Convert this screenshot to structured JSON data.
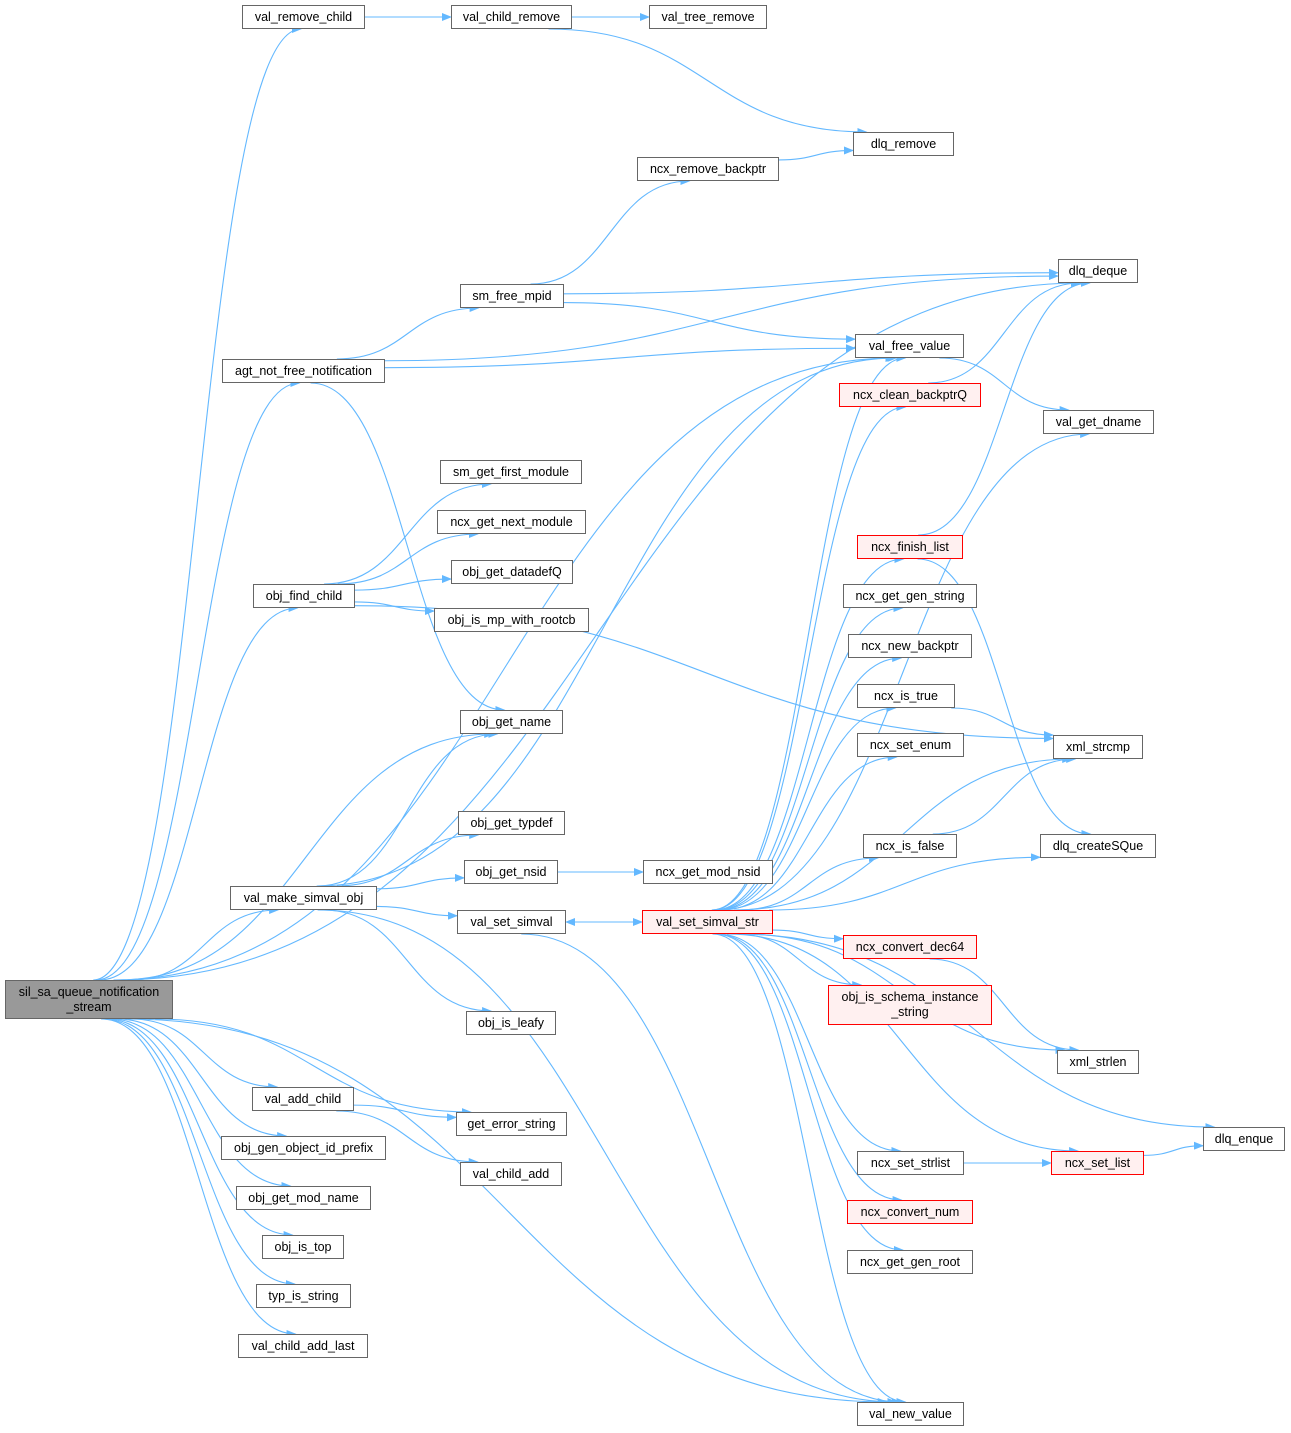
{
  "graph": {
    "root": "root",
    "edge_color": "#63b8ff",
    "nodes": {
      "root": {
        "label": "sil_sa_queue_notification\n_stream",
        "color": "#999999"
      },
      "val_remove_child": {
        "label": "val_remove_child"
      },
      "val_child_remove": {
        "label": "val_child_remove"
      },
      "val_tree_remove": {
        "label": "val_tree_remove"
      },
      "dlq_remove": {
        "label": "dlq_remove"
      },
      "ncx_remove_backptr": {
        "label": "ncx_remove_backptr"
      },
      "dlq_deque": {
        "label": "dlq_deque"
      },
      "sm_free_mpid": {
        "label": "sm_free_mpid"
      },
      "val_free_value": {
        "label": "val_free_value"
      },
      "agt_not_free_notification": {
        "label": "agt_not_free_notification"
      },
      "ncx_clean_backptrQ": {
        "label": "ncx_clean_backptrQ",
        "color": "#ff0000"
      },
      "val_get_dname": {
        "label": "val_get_dname"
      },
      "sm_get_first_module": {
        "label": "sm_get_first_module"
      },
      "ncx_get_next_module": {
        "label": "ncx_get_next_module"
      },
      "ncx_finish_list": {
        "label": "ncx_finish_list",
        "color": "#ff0000"
      },
      "obj_get_datadefQ": {
        "label": "obj_get_datadefQ"
      },
      "obj_find_child": {
        "label": "obj_find_child"
      },
      "ncx_get_gen_string": {
        "label": "ncx_get_gen_string"
      },
      "obj_is_mp_with_rootcb": {
        "label": "obj_is_mp_with_rootcb"
      },
      "ncx_new_backptr": {
        "label": "ncx_new_backptr"
      },
      "ncx_is_true": {
        "label": "ncx_is_true"
      },
      "obj_get_name": {
        "label": "obj_get_name"
      },
      "ncx_set_enum": {
        "label": "ncx_set_enum"
      },
      "xml_strcmp": {
        "label": "xml_strcmp"
      },
      "obj_get_typdef": {
        "label": "obj_get_typdef"
      },
      "ncx_is_false": {
        "label": "ncx_is_false"
      },
      "dlq_createSQue": {
        "label": "dlq_createSQue"
      },
      "obj_get_nsid": {
        "label": "obj_get_nsid"
      },
      "ncx_get_mod_nsid": {
        "label": "ncx_get_mod_nsid"
      },
      "val_make_simval_obj": {
        "label": "val_make_simval_obj"
      },
      "val_set_simval": {
        "label": "val_set_simval"
      },
      "val_set_simval_str": {
        "label": "val_set_simval_str",
        "color": "#ff0000"
      },
      "ncx_convert_dec64": {
        "label": "ncx_convert_dec64",
        "color": "#ff0000"
      },
      "obj_is_schema_instance_string": {
        "label": "obj_is_schema_instance\n_string",
        "color": "#ff0000"
      },
      "obj_is_leafy": {
        "label": "obj_is_leafy"
      },
      "xml_strlen": {
        "label": "xml_strlen"
      },
      "val_add_child": {
        "label": "val_add_child"
      },
      "get_error_string": {
        "label": "get_error_string"
      },
      "dlq_enque": {
        "label": "dlq_enque"
      },
      "obj_gen_object_id_prefix": {
        "label": "obj_gen_object_id_prefix"
      },
      "ncx_set_strlist": {
        "label": "ncx_set_strlist"
      },
      "ncx_set_list": {
        "label": "ncx_set_list",
        "color": "#ff0000"
      },
      "val_child_add": {
        "label": "val_child_add"
      },
      "obj_get_mod_name": {
        "label": "obj_get_mod_name"
      },
      "ncx_convert_num": {
        "label": "ncx_convert_num",
        "color": "#ff0000"
      },
      "obj_is_top": {
        "label": "obj_is_top"
      },
      "ncx_get_gen_root": {
        "label": "ncx_get_gen_root"
      },
      "typ_is_string": {
        "label": "typ_is_string"
      },
      "val_child_add_last": {
        "label": "val_child_add_last"
      },
      "val_new_value": {
        "label": "val_new_value"
      }
    },
    "edges": [
      [
        "root",
        "val_remove_child"
      ],
      [
        "root",
        "dlq_deque"
      ],
      [
        "root",
        "agt_not_free_notification"
      ],
      [
        "root",
        "val_free_value"
      ],
      [
        "root",
        "obj_find_child"
      ],
      [
        "root",
        "obj_get_name"
      ],
      [
        "root",
        "val_make_simval_obj"
      ],
      [
        "root",
        "val_add_child"
      ],
      [
        "root",
        "get_error_string"
      ],
      [
        "root",
        "val_new_value"
      ],
      [
        "root",
        "obj_gen_object_id_prefix"
      ],
      [
        "root",
        "obj_get_mod_name"
      ],
      [
        "root",
        "obj_is_top"
      ],
      [
        "root",
        "typ_is_string"
      ],
      [
        "root",
        "val_child_add_last"
      ],
      [
        "val_remove_child",
        "val_child_remove"
      ],
      [
        "val_child_remove",
        "val_tree_remove"
      ],
      [
        "val_child_remove",
        "dlq_remove"
      ],
      [
        "ncx_remove_backptr",
        "dlq_remove"
      ],
      [
        "agt_not_free_notification",
        "dlq_deque"
      ],
      [
        "agt_not_free_notification",
        "sm_free_mpid"
      ],
      [
        "agt_not_free_notification",
        "val_free_value"
      ],
      [
        "agt_not_free_notification",
        "obj_get_name"
      ],
      [
        "sm_free_mpid",
        "ncx_remove_backptr"
      ],
      [
        "sm_free_mpid",
        "dlq_deque"
      ],
      [
        "sm_free_mpid",
        "val_free_value"
      ],
      [
        "val_free_value",
        "val_get_dname"
      ],
      [
        "ncx_clean_backptrQ",
        "dlq_deque"
      ],
      [
        "obj_find_child",
        "sm_get_first_module"
      ],
      [
        "obj_find_child",
        "ncx_get_next_module"
      ],
      [
        "obj_find_child",
        "obj_get_datadefQ"
      ],
      [
        "obj_find_child",
        "obj_is_mp_with_rootcb"
      ],
      [
        "obj_find_child",
        "xml_strcmp"
      ],
      [
        "ncx_finish_list",
        "dlq_deque"
      ],
      [
        "ncx_finish_list",
        "dlq_createSQue"
      ],
      [
        "ncx_is_true",
        "xml_strcmp"
      ],
      [
        "ncx_is_false",
        "xml_strcmp"
      ],
      [
        "val_make_simval_obj",
        "obj_get_name"
      ],
      [
        "val_make_simval_obj",
        "val_free_value"
      ],
      [
        "val_make_simval_obj",
        "obj_get_typdef"
      ],
      [
        "val_make_simval_obj",
        "obj_get_nsid"
      ],
      [
        "val_make_simval_obj",
        "val_set_simval"
      ],
      [
        "val_make_simval_obj",
        "obj_is_leafy"
      ],
      [
        "val_make_simval_obj",
        "val_new_value"
      ],
      [
        "obj_get_nsid",
        "ncx_get_mod_nsid"
      ],
      [
        "val_set_simval",
        "val_set_simval_str"
      ],
      [
        "val_set_simval",
        "val_new_value"
      ],
      [
        "val_set_simval_str",
        "val_set_simval"
      ],
      [
        "val_set_simval_str",
        "val_free_value"
      ],
      [
        "val_set_simval_str",
        "ncx_clean_backptrQ"
      ],
      [
        "val_set_simval_str",
        "val_get_dname"
      ],
      [
        "val_set_simval_str",
        "ncx_finish_list"
      ],
      [
        "val_set_simval_str",
        "ncx_get_gen_string"
      ],
      [
        "val_set_simval_str",
        "ncx_new_backptr"
      ],
      [
        "val_set_simval_str",
        "ncx_is_true"
      ],
      [
        "val_set_simval_str",
        "ncx_set_enum"
      ],
      [
        "val_set_simval_str",
        "xml_strcmp"
      ],
      [
        "val_set_simval_str",
        "ncx_is_false"
      ],
      [
        "val_set_simval_str",
        "dlq_createSQue"
      ],
      [
        "val_set_simval_str",
        "ncx_convert_dec64"
      ],
      [
        "val_set_simval_str",
        "obj_is_schema_instance_string"
      ],
      [
        "val_set_simval_str",
        "xml_strlen"
      ],
      [
        "val_set_simval_str",
        "dlq_enque"
      ],
      [
        "val_set_simval_str",
        "ncx_set_strlist"
      ],
      [
        "val_set_simval_str",
        "ncx_set_list"
      ],
      [
        "val_set_simval_str",
        "ncx_convert_num"
      ],
      [
        "val_set_simval_str",
        "ncx_get_gen_root"
      ],
      [
        "val_set_simval_str",
        "val_new_value"
      ],
      [
        "ncx_convert_dec64",
        "xml_strlen"
      ],
      [
        "ncx_set_strlist",
        "ncx_set_list"
      ],
      [
        "ncx_set_list",
        "dlq_enque"
      ],
      [
        "val_add_child",
        "get_error_string"
      ],
      [
        "val_add_child",
        "val_child_add"
      ]
    ]
  }
}
